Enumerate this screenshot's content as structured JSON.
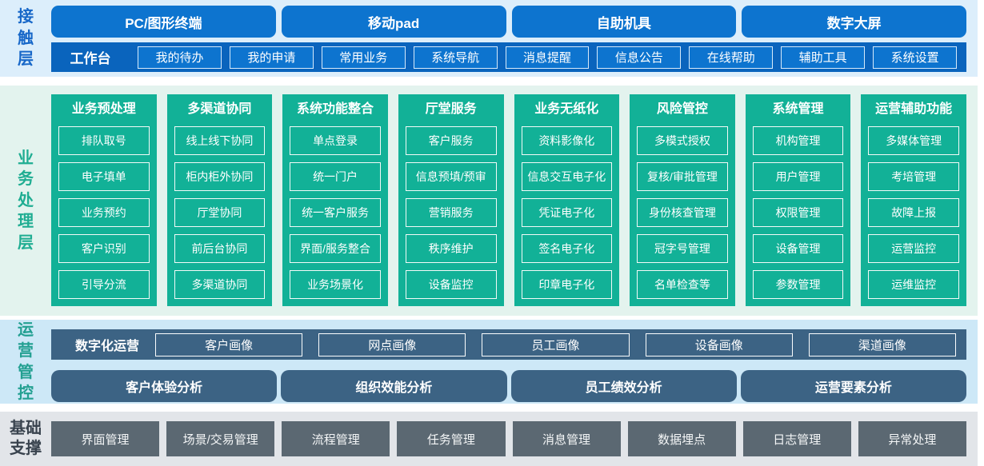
{
  "colors": {
    "contact_bg": "#dceefb",
    "business_bg": "#e3f3ee",
    "operations_bg": "#cde8f7",
    "foundation_bg": "#e2e5e9",
    "btn_blue": "#0d74cf",
    "bar_blue": "#0a64bd",
    "teal": "#12b197",
    "slate": "#3c6384",
    "gray_box": "#5b6872",
    "label_blue": "#1767c8",
    "label_teal": "#1fad92",
    "label_teal2": "#23a092",
    "label_dark": "#39434e"
  },
  "layers": {
    "contact": {
      "label": "接触层",
      "terminals": [
        "PC/图形终端",
        "移动pad",
        "自助机具",
        "数字大屏"
      ],
      "workbench": {
        "label": "工作台",
        "items": [
          "我的待办",
          "我的申请",
          "常用业务",
          "系统导航",
          "消息提醒",
          "信息公告",
          "在线帮助",
          "辅助工具",
          "系统设置"
        ]
      }
    },
    "business": {
      "label": "业务处理层",
      "columns": [
        {
          "title": "业务预处理",
          "items": [
            "排队取号",
            "电子填单",
            "业务预约",
            "客户识别",
            "引导分流"
          ]
        },
        {
          "title": "多渠道协同",
          "items": [
            "线上线下协同",
            "柜内柜外协同",
            "厅堂协同",
            "前后台协同",
            "多渠道协同"
          ]
        },
        {
          "title": "系统功能整合",
          "items": [
            "单点登录",
            "统一门户",
            "统一客户服务",
            "界面/服务整合",
            "业务场景化"
          ]
        },
        {
          "title": "厅堂服务",
          "items": [
            "客户服务",
            "信息预填/预审",
            "营销服务",
            "秩序维护",
            "设备监控"
          ]
        },
        {
          "title": "业务无纸化",
          "items": [
            "资料影像化",
            "信息交互电子化",
            "凭证电子化",
            "签名电子化",
            "印章电子化"
          ]
        },
        {
          "title": "风险管控",
          "items": [
            "多模式授权",
            "复核/审批管理",
            "身份核查管理",
            "冠字号管理",
            "名单检查等"
          ]
        },
        {
          "title": "系统管理",
          "items": [
            "机构管理",
            "用户管理",
            "权限管理",
            "设备管理",
            "参数管理"
          ]
        },
        {
          "title": "运营辅助功能",
          "items": [
            "多媒体管理",
            "考培管理",
            "故障上报",
            "运营监控",
            "运维监控"
          ]
        }
      ]
    },
    "operations": {
      "label": "运营管控",
      "digital_label": "数字化运营",
      "portraits": [
        "客户画像",
        "网点画像",
        "员工画像",
        "设备画像",
        "渠道画像"
      ],
      "analyses": [
        "客户体验分析",
        "组织效能分析",
        "员工绩效分析",
        "运营要素分析"
      ]
    },
    "foundation": {
      "label": "基础支撑",
      "items": [
        "界面管理",
        "场景/交易管理",
        "流程管理",
        "任务管理",
        "消息管理",
        "数据埋点",
        "日志管理",
        "异常处理"
      ]
    }
  }
}
